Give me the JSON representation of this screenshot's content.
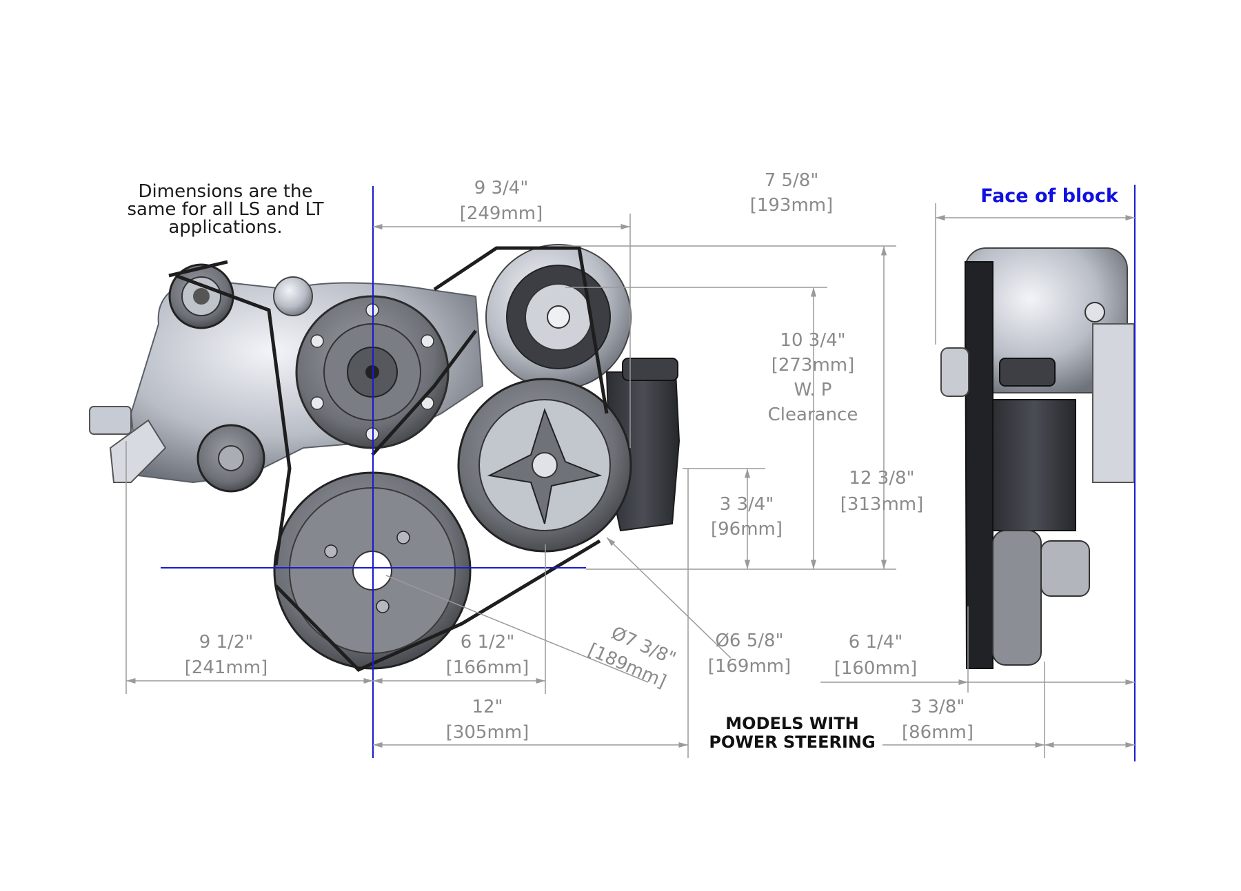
{
  "note": {
    "line1": "Dimensions are the",
    "line2": "same for all LS and LT",
    "line3": "applications."
  },
  "face_of_block": "Face of block",
  "models_label": {
    "line1": "MODELS WITH",
    "line2": "POWER STEERING"
  },
  "dimensions": {
    "top_width": {
      "imperial": "9 3/4\"",
      "metric": "[249mm]"
    },
    "face_offset": {
      "imperial": "7 5/8\"",
      "metric": "[193mm]"
    },
    "wp_clearance": {
      "imperial": "10 3/4\"",
      "metric": "[273mm]",
      "label1": "W. P",
      "label2": "Clearance"
    },
    "overall_height": {
      "imperial": "12 3/8\"",
      "metric": "[313mm]"
    },
    "ps_height": {
      "imperial": "3 3/4\"",
      "metric": "[96mm]"
    },
    "left_width": {
      "imperial": "9 1/2\"",
      "metric": "[241mm]"
    },
    "crank_to_ps": {
      "imperial": "6 1/2\"",
      "metric": "[166mm]"
    },
    "crank_diameter": {
      "imperial": "Ø7 3/8\"",
      "metric": "[189mm]"
    },
    "ps_diameter": {
      "imperial": "Ø6 5/8\"",
      "metric": "[169mm]"
    },
    "right_width": {
      "imperial": "12\"",
      "metric": "[305mm]"
    },
    "side_depth": {
      "imperial": "6 1/4\"",
      "metric": "[160mm]"
    },
    "side_front": {
      "imperial": "3 3/8\"",
      "metric": "[86mm]"
    }
  },
  "colors": {
    "accent_blue": "#1a1ad0",
    "dimension_gray": "#8a8a8a"
  }
}
